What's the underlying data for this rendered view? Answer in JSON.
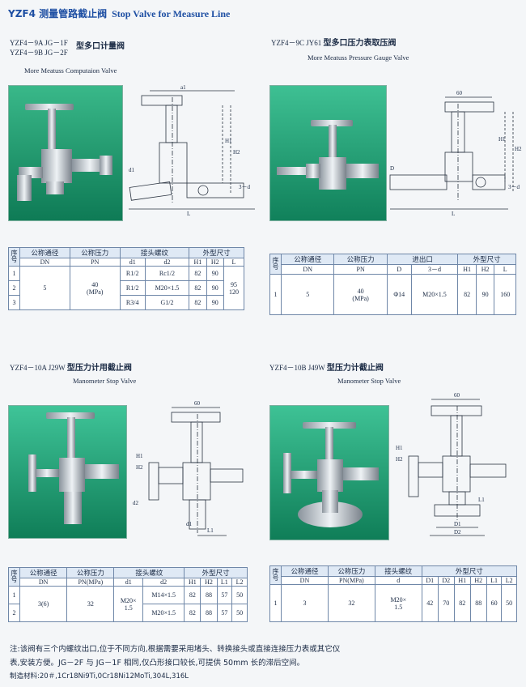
{
  "header": {
    "title_cn": "YZF4 测量管路截止阀",
    "title_en": "Stop Valve for Measure Line"
  },
  "colors": {
    "accent": "#1e4fa3",
    "photo_bg": "#1f9b6f",
    "table_head": "#dfe9f5"
  },
  "sections": [
    {
      "model_line1": "YZF4－9A JG－1F",
      "model_line2": "YZF4－9B JG－2F",
      "name_cn": "型多口计量阀",
      "name_en": "More Meatuss Computaion Valve",
      "dims": {
        "a": "a1",
        "b": "L",
        "c": "d1",
        "d": "3－d",
        "e": "H1",
        "f": "H2"
      },
      "table": {
        "idx": "序号",
        "groups": [
          "公称通径",
          "公称压力",
          "接头螺纹",
          "外型尺寸"
        ],
        "sub": [
          "DN",
          "PN",
          "d1",
          "d2",
          "H1",
          "H2",
          "L"
        ],
        "rows": [
          [
            "1",
            "5",
            "40",
            "R1/2",
            "Rc1/2",
            "82",
            "90",
            "95"
          ],
          [
            "2",
            "",
            "(MPa)",
            "R1/2",
            "M20×1.5",
            "82",
            "90",
            "120"
          ],
          [
            "3",
            "",
            "",
            "R3/4",
            "G1/2",
            "82",
            "90",
            ""
          ]
        ]
      }
    },
    {
      "model_line1": "YZF4－9C  JY61",
      "name_cn": "型多口压力表取压阀",
      "name_en": "More Meatuss Pressure Gauge Valve",
      "dims": {
        "a": "60",
        "b": "L",
        "c": "D",
        "d": "3－d",
        "e": "H1",
        "f": "H2"
      },
      "table": {
        "idx": "序号",
        "groups": [
          "公称通径",
          "公称压力",
          "进出口",
          "外型尺寸"
        ],
        "sub": [
          "DN",
          "PN",
          "D",
          "3－d",
          "H1",
          "H2",
          "L"
        ],
        "rows": [
          [
            "1",
            "5",
            "40",
            "(MPa)",
            "Φ14",
            "M20×1.5",
            "82",
            "90",
            "160"
          ]
        ]
      }
    },
    {
      "model_line1": "YZF4－10A  J29W",
      "name_cn": "型压力计用截止阀",
      "name_en": "Manometer Stop Valve",
      "dims": {
        "a": "60",
        "b": "L1",
        "c": "d2",
        "d": "d1",
        "e": "H1",
        "f": "H2"
      },
      "table": {
        "idx": "序号",
        "groups": [
          "公称通径",
          "公称压力",
          "接头螺纹",
          "外型尺寸"
        ],
        "sub": [
          "DN",
          "PN(MPa)",
          "d1",
          "d2",
          "H1",
          "H2",
          "L1",
          "L2"
        ],
        "rows": [
          [
            "1",
            "3(6)",
            "32",
            "M20×",
            "M14×1.5",
            "82",
            "88",
            "57",
            "50"
          ],
          [
            "2",
            "",
            "",
            "1.5",
            "M20×1.5",
            "82",
            "88",
            "57",
            "50"
          ]
        ]
      }
    },
    {
      "model_line1": "YZF4－10B  J49W",
      "name_cn": "型压力计截止阀",
      "name_en": "Manometer Stop Valve",
      "dims": {
        "a": "60",
        "b": "L1",
        "c": "D1",
        "d": "D2",
        "e": "H1",
        "f": "H2"
      },
      "table": {
        "idx": "序号",
        "groups": [
          "公称通径",
          "公称压力",
          "接头螺纹",
          "外型尺寸"
        ],
        "sub": [
          "DN",
          "PN(MPa)",
          "d",
          "D1",
          "D2",
          "H1",
          "H2",
          "L1",
          "L2"
        ],
        "rows": [
          [
            "1",
            "3",
            "32",
            "M20×",
            "1.5",
            "42",
            "70",
            "82",
            "88",
            "60",
            "50"
          ]
        ]
      }
    }
  ],
  "notes": {
    "line1": "注:该阀有三个内螺纹出口,位于不同方向,根据需要采用堵头、转换接头或直接连接压力表或其它仪",
    "line2": "表,安装方便。JG－2F 与 JG－1F 相同,仅凸形接口较长,可提供 50mm 长的滞后空间。",
    "line3": "制造材料:20＃,1Cr18Ni9Ti,0Cr18Ni12MoTi,304L,316L"
  }
}
